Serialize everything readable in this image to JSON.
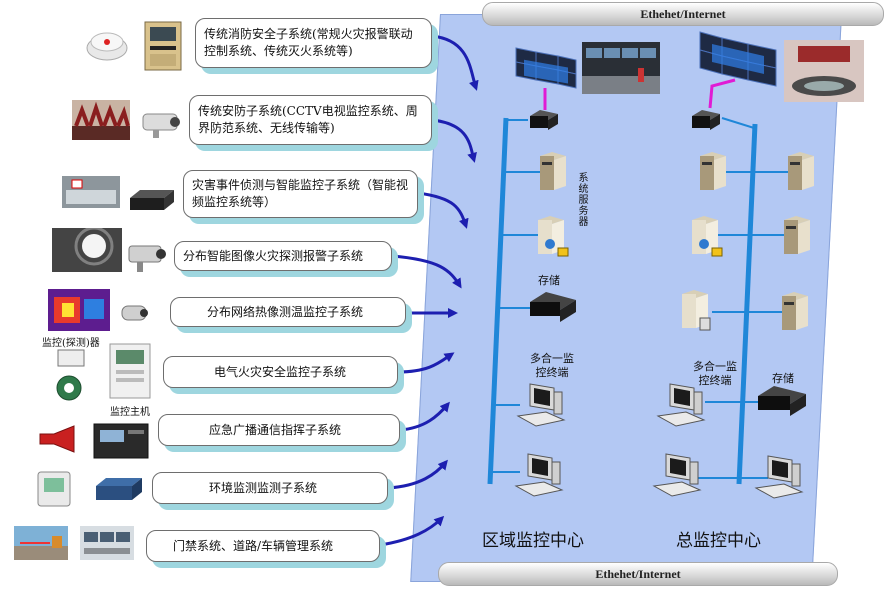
{
  "network": {
    "top_bar": "Ethehet/Internet",
    "bottom_bar": "Ethehet/Internet"
  },
  "subsystems": [
    {
      "label": "传统消防安全子系统(常规火灾报警联动控制系统、传统灭火系统等)"
    },
    {
      "label": "传统安防子系统(CCTV电视监控系统、周界防范系统、无线传输等)"
    },
    {
      "label": "灾害事件侦测与智能监控子系统（智能视频监控系统等）"
    },
    {
      "label": "分布智能图像火灾探测报警子系统"
    },
    {
      "label": "分布网络热像测温监控子系统"
    },
    {
      "label": "电气火灾安全监控子系统"
    },
    {
      "label": "应急广播通信指挥子系统"
    },
    {
      "label": "环境监测监测子系统"
    },
    {
      "label": "门禁系统、道路/车辆管理系统"
    }
  ],
  "device_captions": {
    "detector": "监控(探测)器",
    "host": "监控主机"
  },
  "regional_center": {
    "title": "区域监控中心",
    "server_label": "系统服务器",
    "storage_label": "存储",
    "terminal_label": "多合一监控终端"
  },
  "main_center": {
    "title": "总监控中心",
    "storage_label": "存储",
    "terminal_label": "多合一监控终端"
  },
  "colors": {
    "panel": "#b3c8f3",
    "bus": "#1f87d8",
    "arrow": "#1d1fb0",
    "shadow": "#9ed6df",
    "magenta_link": "#e01bd4"
  }
}
